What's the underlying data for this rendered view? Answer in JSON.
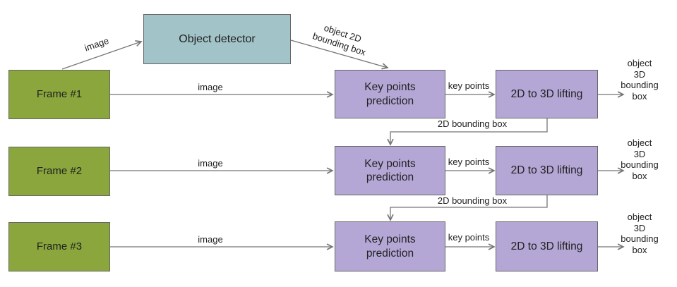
{
  "colors": {
    "frame-fill": "#8AA63C",
    "detector-fill": "#A2C4C9",
    "module-fill": "#B4A7D6",
    "node-border": "#666666",
    "arrow-color": "#757575",
    "text-color": "#212121",
    "canvas-bg": "#FFFFFF"
  },
  "nodes": {
    "object_detector": {
      "label": "Object detector"
    },
    "frames": [
      {
        "label": "Frame #1"
      },
      {
        "label": "Frame #2"
      },
      {
        "label": "Frame #3"
      }
    ],
    "rows": [
      {
        "keypoints": "Key points\nprediction",
        "lifting": "2D to 3D lifting"
      },
      {
        "keypoints": "Key points\nprediction",
        "lifting": "2D to 3D lifting"
      },
      {
        "keypoints": "Key points\nprediction",
        "lifting": "2D to 3D lifting"
      }
    ]
  },
  "edges": {
    "image_to_detector": "image",
    "object_2d_bbox": "object 2D\nbounding box",
    "image_rows": [
      "image",
      "image",
      "image"
    ],
    "key_points_rows": [
      "key points",
      "key points",
      "key points"
    ],
    "output_rows": [
      "object 3D\nbounding box",
      "object 3D\nbounding box",
      "object 3D\nbounding box"
    ],
    "feedback_rows": [
      "2D bounding box",
      "2D bounding box"
    ]
  }
}
